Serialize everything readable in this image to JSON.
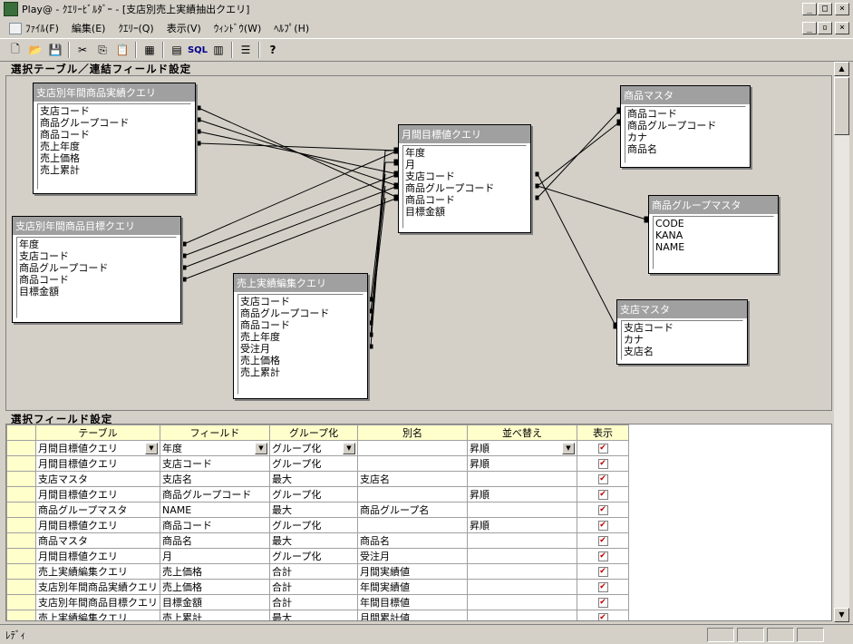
{
  "window": {
    "title": "Play@ - ｸｴﾘｰﾋﾞﾙﾀﾞｰ - [支店別売上実績抽出クエリ]"
  },
  "menu": [
    "ﾌｧｲﾙ(F)",
    "編集(E)",
    "ｸｴﾘｰ(Q)",
    "表示(V)",
    "ｳｨﾝﾄﾞｳ(W)",
    "ﾍﾙﾌﾟ(H)"
  ],
  "toolbar": {
    "sql_label": "SQL"
  },
  "sections": {
    "top": "選択テーブル／連結フィールド設定",
    "bottom": "選択フィールド設定"
  },
  "tables": [
    {
      "title": "支店別年間商品実績クエリ",
      "fields": [
        "支店コード",
        "商品グループコード",
        "商品コード",
        "売上年度",
        "売上価格",
        "売上累計"
      ]
    },
    {
      "title": "支店別年間商品目標クエリ",
      "fields": [
        "年度",
        "支店コード",
        "商品グループコード",
        "商品コード",
        "目標金額"
      ]
    },
    {
      "title": "売上実績編集クエリ",
      "fields": [
        "支店コード",
        "商品グループコード",
        "商品コード",
        "売上年度",
        "受注月",
        "売上価格",
        "売上累計"
      ]
    },
    {
      "title": "月間目標値クエリ",
      "fields": [
        "年度",
        "月",
        "支店コード",
        "商品グループコード",
        "商品コード",
        "目標金額"
      ]
    },
    {
      "title": "商品マスタ",
      "fields": [
        "商品コード",
        "商品グループコード",
        "カナ",
        "商品名"
      ]
    },
    {
      "title": "商品グループマスタ",
      "fields": [
        "CODE",
        "KANA",
        "NAME"
      ]
    },
    {
      "title": "支店マスタ",
      "fields": [
        "支店コード",
        "カナ",
        "支店名"
      ]
    }
  ],
  "grid": {
    "headers": [
      "テーブル",
      "フィールド",
      "グループ化",
      "別名",
      "並べ替え",
      "表示"
    ],
    "rows": [
      [
        "月間目標値クエリ",
        "年度",
        "グループ化",
        "",
        "昇順"
      ],
      [
        "月間目標値クエリ",
        "支店コード",
        "グループ化",
        "",
        "昇順"
      ],
      [
        "支店マスタ",
        "支店名",
        "最大",
        "支店名",
        ""
      ],
      [
        "月間目標値クエリ",
        "商品グループコード",
        "グループ化",
        "",
        "昇順"
      ],
      [
        "商品グループマスタ",
        "NAME",
        "最大",
        "商品グループ名",
        ""
      ],
      [
        "月間目標値クエリ",
        "商品コード",
        "グループ化",
        "",
        "昇順"
      ],
      [
        "商品マスタ",
        "商品名",
        "最大",
        "商品名",
        ""
      ],
      [
        "月間目標値クエリ",
        "月",
        "グループ化",
        "受注月",
        ""
      ],
      [
        "売上実績編集クエリ",
        "売上価格",
        "合計",
        "月間実績値",
        ""
      ],
      [
        "支店別年間商品実績クエリ",
        "売上価格",
        "合計",
        "年間実績値",
        ""
      ],
      [
        "支店別年間商品目標クエリ",
        "目標金額",
        "合計",
        "年間目標値",
        ""
      ],
      [
        "売上実績編集クエリ",
        "売上累計",
        "最大",
        "月間累計値",
        ""
      ]
    ]
  },
  "status": {
    "text": "ﾚﾃﾞｨ"
  }
}
